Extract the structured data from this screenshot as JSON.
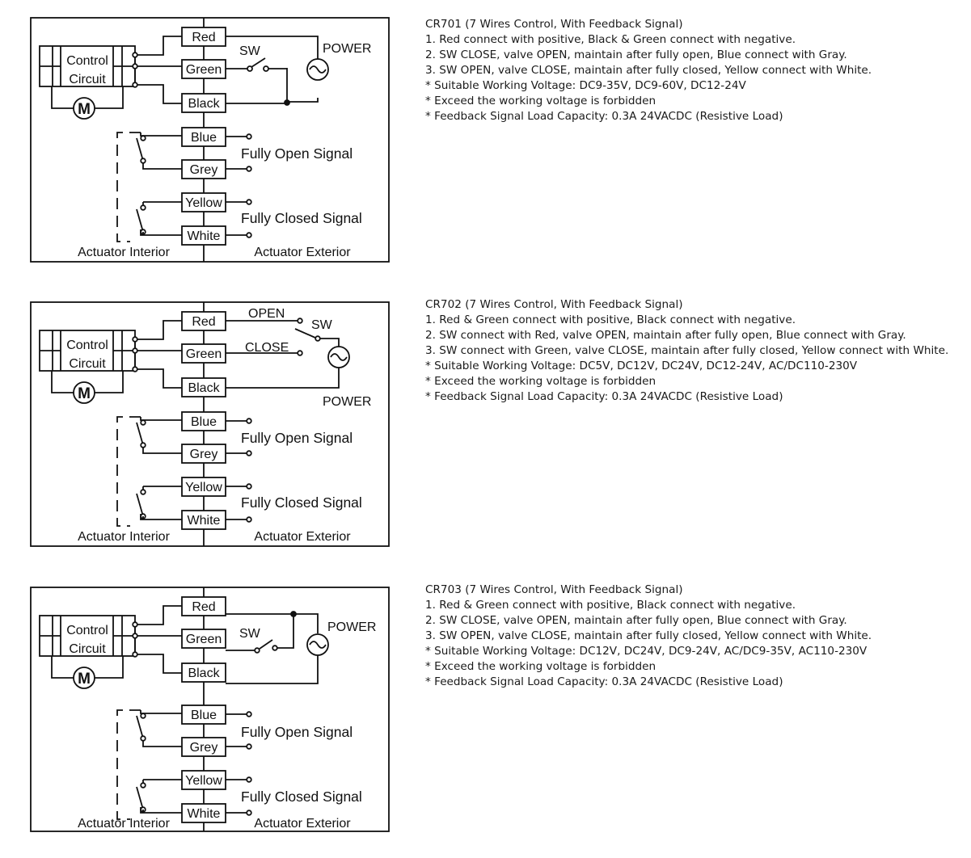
{
  "labels": {
    "control": "Control",
    "circuit": "Circuit",
    "motor": "M",
    "red": "Red",
    "green": "Green",
    "black": "Black",
    "blue": "Blue",
    "grey": "Grey",
    "yellow": "Yellow",
    "white": "White",
    "sw": "SW",
    "power": "POWER",
    "open": "OPEN",
    "close": "CLOSE",
    "fully_open": "Fully Open Signal",
    "fully_closed": "Fully Closed Signal",
    "interior": "Actuator Interior",
    "exterior": "Actuator Exterior"
  },
  "models": [
    {
      "title": "CR701 (7 Wires Control, With Feedback Signal)",
      "lines": [
        "1. Red connect with positive, Black & Green connect with negative.",
        "2. SW CLOSE, valve OPEN, maintain after fully open, Blue connect with Gray.",
        "3. SW OPEN, valve CLOSE, maintain after fully closed, Yellow connect with White.",
        "* Suitable Working Voltage: DC9-35V, DC9-60V, DC12-24V",
        "* Exceed the working voltage is forbidden",
        "* Feedback Signal Load Capacity: 0.3A 24VACDC (Resistive Load)"
      ]
    },
    {
      "title": "CR702 (7 Wires Control, With Feedback Signal)",
      "lines": [
        "1. Red & Green connect with positive, Black connect with negative.",
        "2. SW connect with Red, valve OPEN, maintain after fully open, Blue connect with Gray.",
        "3. SW connect with Green, valve CLOSE, maintain after fully closed, Yellow connect with White.",
        "* Suitable Working Voltage: DC5V, DC12V, DC24V, DC12-24V, AC/DC110-230V",
        "* Exceed the working voltage is forbidden",
        "* Feedback Signal Load Capacity: 0.3A 24VACDC (Resistive Load)"
      ]
    },
    {
      "title": "CR703 (7 Wires Control, With Feedback Signal)",
      "lines": [
        "1. Red & Green connect with positive, Black connect with negative.",
        "2. SW CLOSE, valve OPEN, maintain after fully open, Blue connect with Gray.",
        "3. SW OPEN, valve CLOSE, maintain after fully closed, Yellow connect with White.",
        "* Suitable Working Voltage: DC12V, DC24V, DC9-24V, AC/DC9-35V, AC110-230V",
        "* Exceed the working voltage is forbidden",
        "* Feedback Signal Load Capacity: 0.3A 24VACDC (Resistive Load)"
      ]
    }
  ]
}
